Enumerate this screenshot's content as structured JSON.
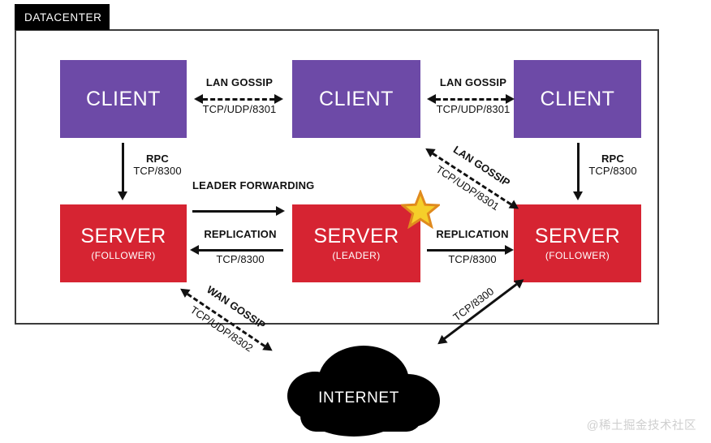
{
  "diagram": {
    "title": "DATACENTER",
    "colors": {
      "client": "#6d4aa7",
      "server": "#d62432",
      "frame": "#3b3b3b",
      "tab": "#000000",
      "cloud": "#000000",
      "star_fill": "#f5cf2a",
      "star_stroke": "#e08a1e",
      "arrow": "#111111",
      "watermark": "#cfcfcf"
    },
    "nodes": [
      {
        "id": "client-left",
        "title": "CLIENT",
        "sub": ""
      },
      {
        "id": "client-middle",
        "title": "CLIENT",
        "sub": ""
      },
      {
        "id": "client-right",
        "title": "CLIENT",
        "sub": ""
      },
      {
        "id": "server-left",
        "title": "SERVER",
        "sub": "(FOLLOWER)"
      },
      {
        "id": "server-middle",
        "title": "SERVER",
        "sub": "(LEADER)"
      },
      {
        "id": "server-right",
        "title": "SERVER",
        "sub": "(FOLLOWER)"
      }
    ],
    "connections": [
      {
        "id": "lan-gossip-left",
        "label": "LAN GOSSIP",
        "port": "TCP/UDP/8301",
        "style": "dashed",
        "direction": "bidirectional"
      },
      {
        "id": "lan-gossip-right",
        "label": "LAN GOSSIP",
        "port": "TCP/UDP/8301",
        "style": "dashed",
        "direction": "bidirectional"
      },
      {
        "id": "lan-gossip-diagonal",
        "label": "LAN GOSSIP",
        "port": "TCP/UDP/8301",
        "style": "dashed",
        "direction": "bidirectional"
      },
      {
        "id": "rpc-left",
        "label": "RPC",
        "port": "TCP/8300",
        "style": "solid",
        "direction": "down"
      },
      {
        "id": "rpc-right",
        "label": "RPC",
        "port": "TCP/8300",
        "style": "solid",
        "direction": "down"
      },
      {
        "id": "leader-forwarding",
        "label": "LEADER FORWARDING",
        "port": "",
        "style": "solid",
        "direction": "right"
      },
      {
        "id": "replication-left",
        "label": "REPLICATION",
        "port": "TCP/8300",
        "style": "solid",
        "direction": "left"
      },
      {
        "id": "replication-right",
        "label": "REPLICATION",
        "port": "TCP/8300",
        "style": "solid",
        "direction": "right"
      },
      {
        "id": "wan-gossip",
        "label": "WAN GOSSIP",
        "port": "TCP/UDP/8302",
        "style": "dashed",
        "direction": "bidirectional"
      },
      {
        "id": "internet-rpc",
        "label": "",
        "port": "TCP/8300",
        "style": "solid",
        "direction": "bidirectional"
      }
    ],
    "cloud": {
      "label": "INTERNET"
    },
    "watermark": "@稀土掘金技术社区"
  }
}
